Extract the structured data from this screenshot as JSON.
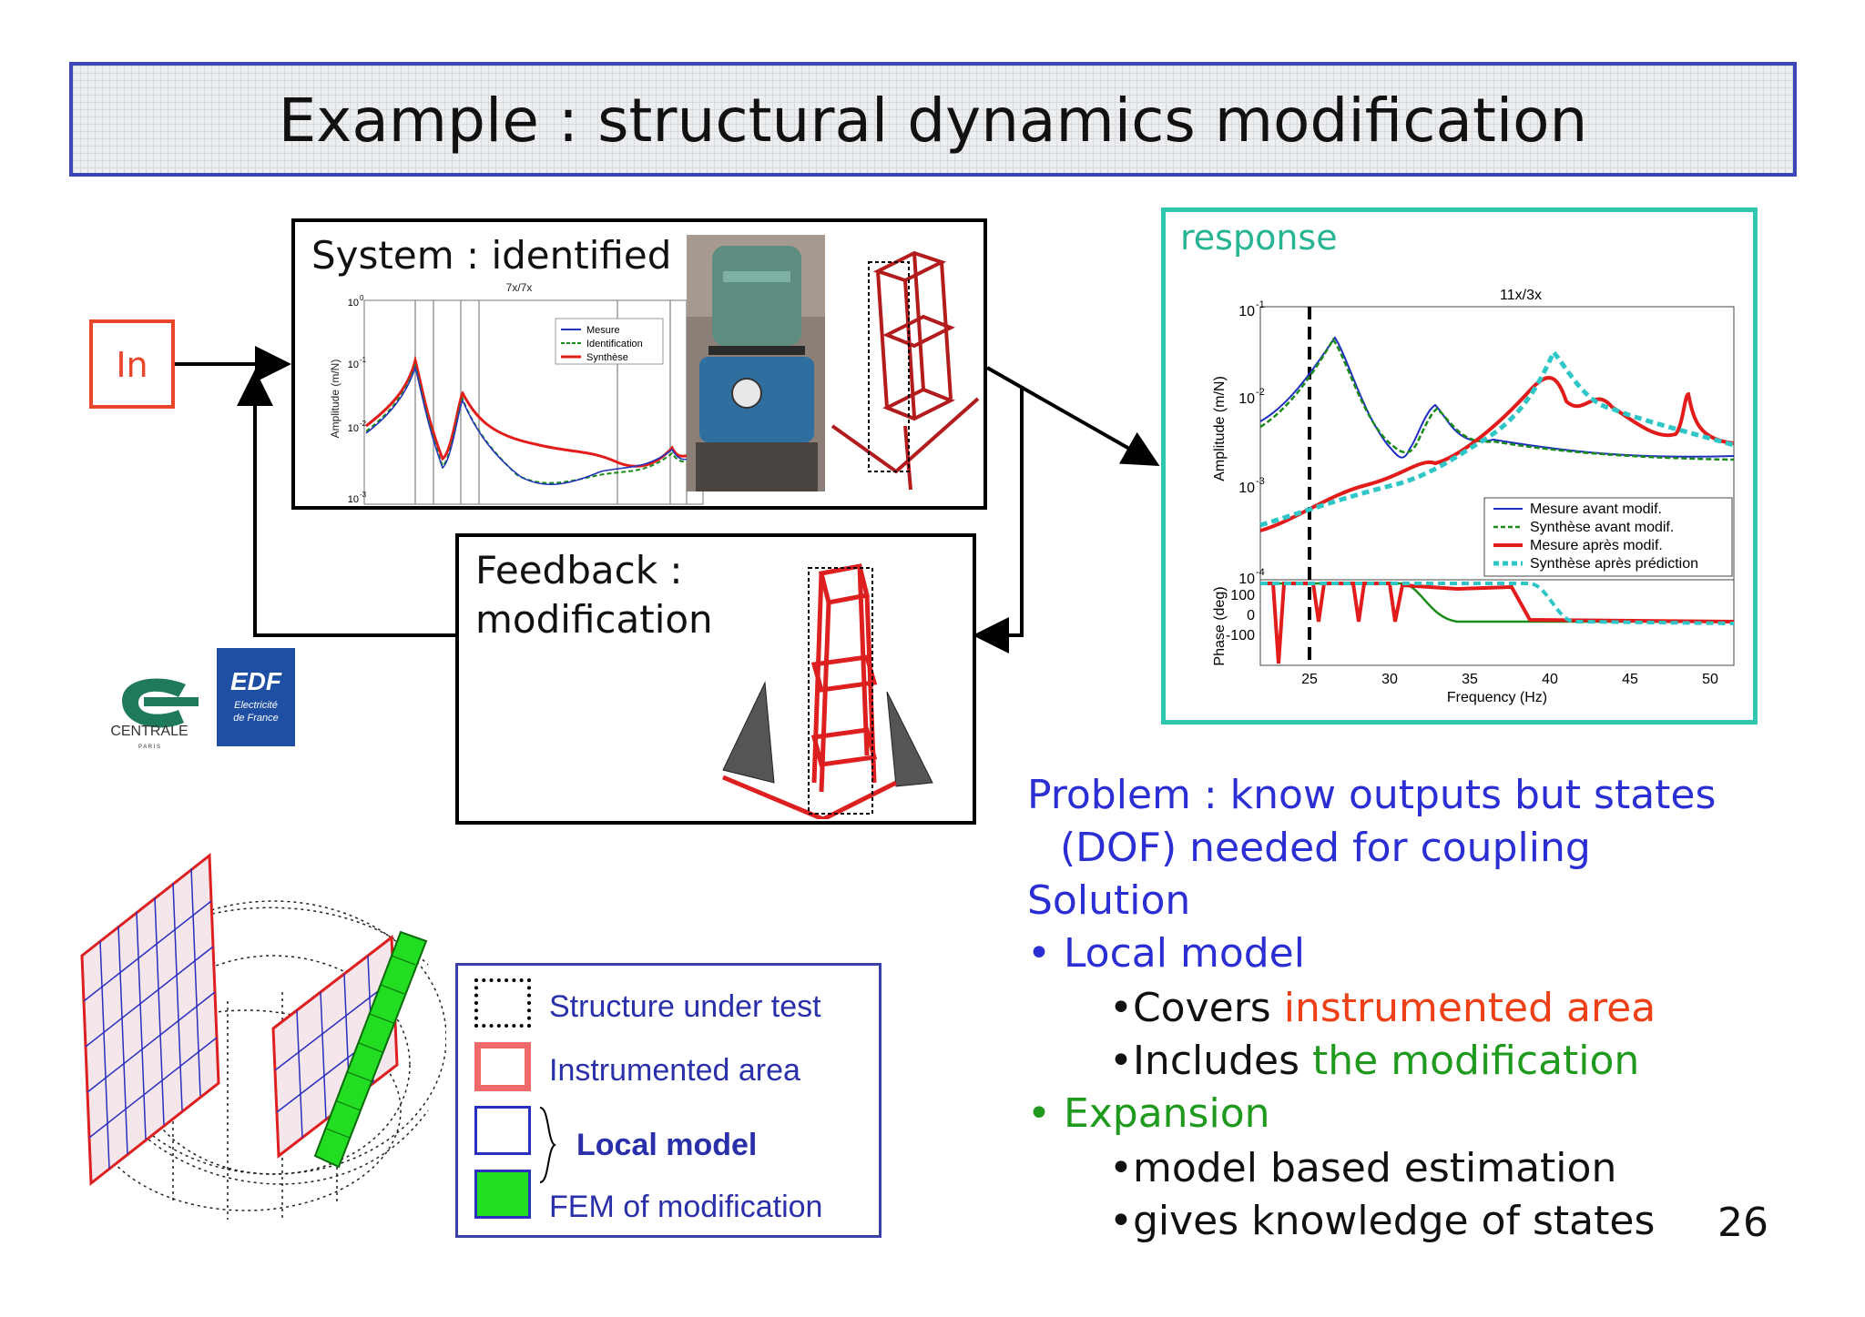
{
  "slide": {
    "title": "Example : structural dynamics modification",
    "page_number": "26"
  },
  "input_block": {
    "label": "In"
  },
  "system_block": {
    "label": "System : identified",
    "plot_title": "7x/7x",
    "ylabel": "Amplitude (m/N)",
    "yticks": [
      "10",
      "10",
      "10",
      "10"
    ],
    "yexp": [
      "0",
      "-1",
      "-2",
      "-3"
    ],
    "legend": [
      "Mesure",
      "Identification",
      "Synthèse"
    ]
  },
  "feedback_block": {
    "label_line1": "Feedback :",
    "label_line2": "modification"
  },
  "response_block": {
    "label": "response",
    "plot_title": "11x/3x",
    "amp_ylabel": "Amplitude (m/N)",
    "phase_ylabel": "Phase (deg)",
    "xlabel": "Frequency (Hz)",
    "amp_yticks": [
      "10",
      "10",
      "10",
      "10"
    ],
    "amp_yexp": [
      "-1",
      "-2",
      "-3",
      "-4"
    ],
    "phase_yticks": [
      "100",
      "0",
      "-100"
    ],
    "xticks": [
      "25",
      "30",
      "35",
      "40",
      "45",
      "50"
    ],
    "legend": [
      "Mesure avant modif.",
      "Synthèse avant modif.",
      "Mesure après modif.",
      "Synthèse après prédiction"
    ]
  },
  "logos": {
    "centrale_text": "CENTRALE",
    "centrale_sub": "P A R I S",
    "edf_text": "EDF",
    "edf_sub1": "Electricité",
    "edf_sub2": "de France"
  },
  "legend_box": {
    "items": [
      "Structure under test",
      "Instrumented area",
      "Local model",
      "FEM of modification"
    ]
  },
  "bullets": {
    "problem_line1": "Problem : know outputs but states",
    "problem_line2": "(DOF) needed for coupling",
    "solution": "Solution",
    "local_model": "• Local model",
    "covers": "•Covers ",
    "covers_highlight": "instrumented area",
    "includes": "•Includes ",
    "includes_highlight": "the modification",
    "expansion": "• Expansion",
    "estimation": "•model based estimation",
    "knowledge": "•gives knowledge of states"
  },
  "colors": {
    "title_border": "#3b47b8",
    "response_border": "#2fc7ad",
    "in_box": "#e8452a",
    "text_blue": "#2b2ed3",
    "text_green": "#1f9a1f",
    "text_orange": "#ee4016",
    "frame_red": "#dd1f1f"
  }
}
